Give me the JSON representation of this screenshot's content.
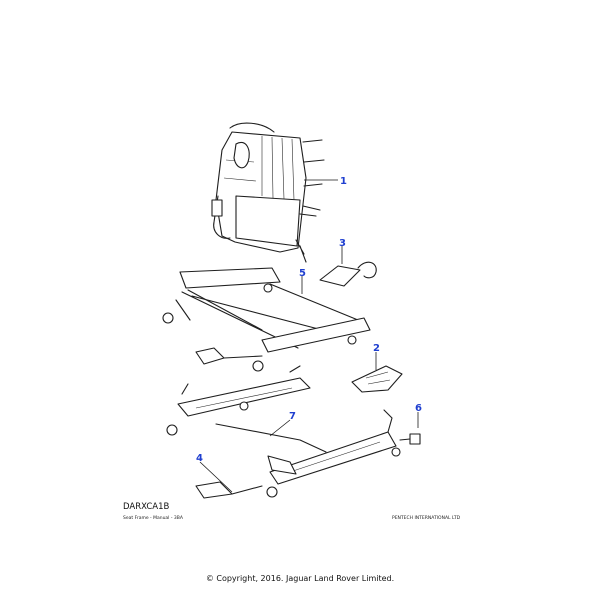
{
  "diagram": {
    "callouts": [
      "1",
      "2",
      "3",
      "4",
      "5",
      "6",
      "7"
    ],
    "colors": {
      "callout": "#1f3fd0",
      "line": "#1f1f1f",
      "background": "#ffffff"
    }
  },
  "footer": {
    "reference_code": "DARXCA1B",
    "caption": "Seat Frame - Manual - 3BA",
    "vendor": "PENTECH INTERNATIONAL LTD",
    "copyright": "© Copyright, 2016. Jaguar Land Rover Limited."
  }
}
